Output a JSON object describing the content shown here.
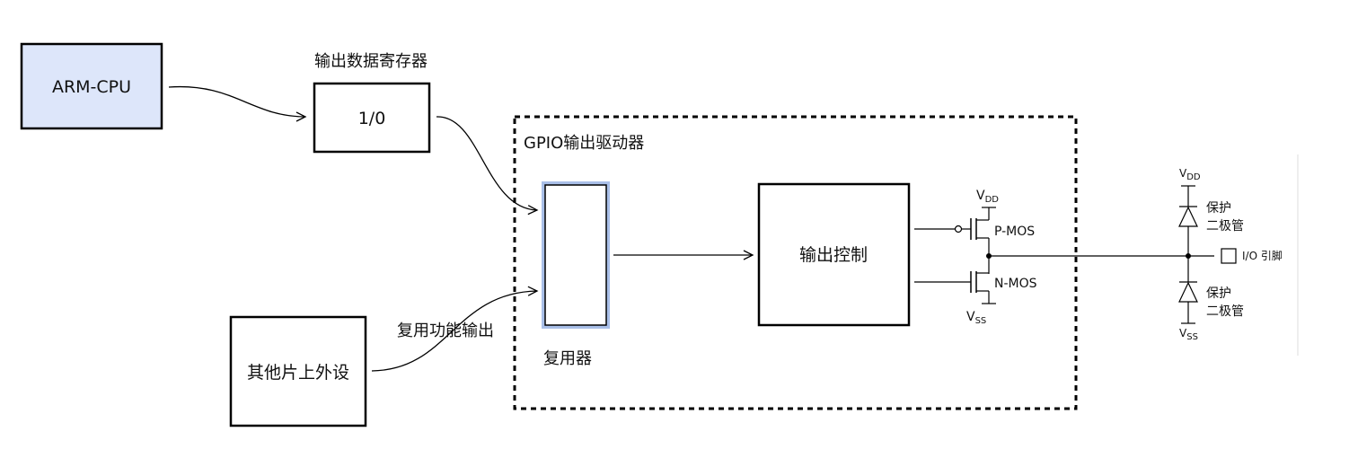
{
  "blocks": {
    "cpu": "ARM-CPU",
    "output_register": "1/0",
    "output_register_title": "输出数据寄存器",
    "peripheral": "其他片上外设",
    "alt_function_output": "复用功能输出",
    "gpio_driver_title": "GPIO输出驱动器",
    "multiplexer_caption": "复用器",
    "output_control": "输出控制"
  },
  "mos": {
    "vdd_main": "V",
    "vdd_sub": "DD",
    "vss_main": "V",
    "vss_sub": "SS",
    "pmos": "P-MOS",
    "nmos": "N-MOS"
  },
  "protection": {
    "vdd_main": "V",
    "vdd_sub": "DD",
    "vss_main": "V",
    "vss_sub": "SS",
    "upper_line1": "保护",
    "upper_line2": "二极管",
    "lower_line1": "保护",
    "lower_line2": "二极管",
    "pin_label": "I/O 引脚"
  },
  "colors": {
    "cpu_fill": "#dde6fa",
    "mux_border": "#a9bfe8",
    "line": "#000000"
  }
}
